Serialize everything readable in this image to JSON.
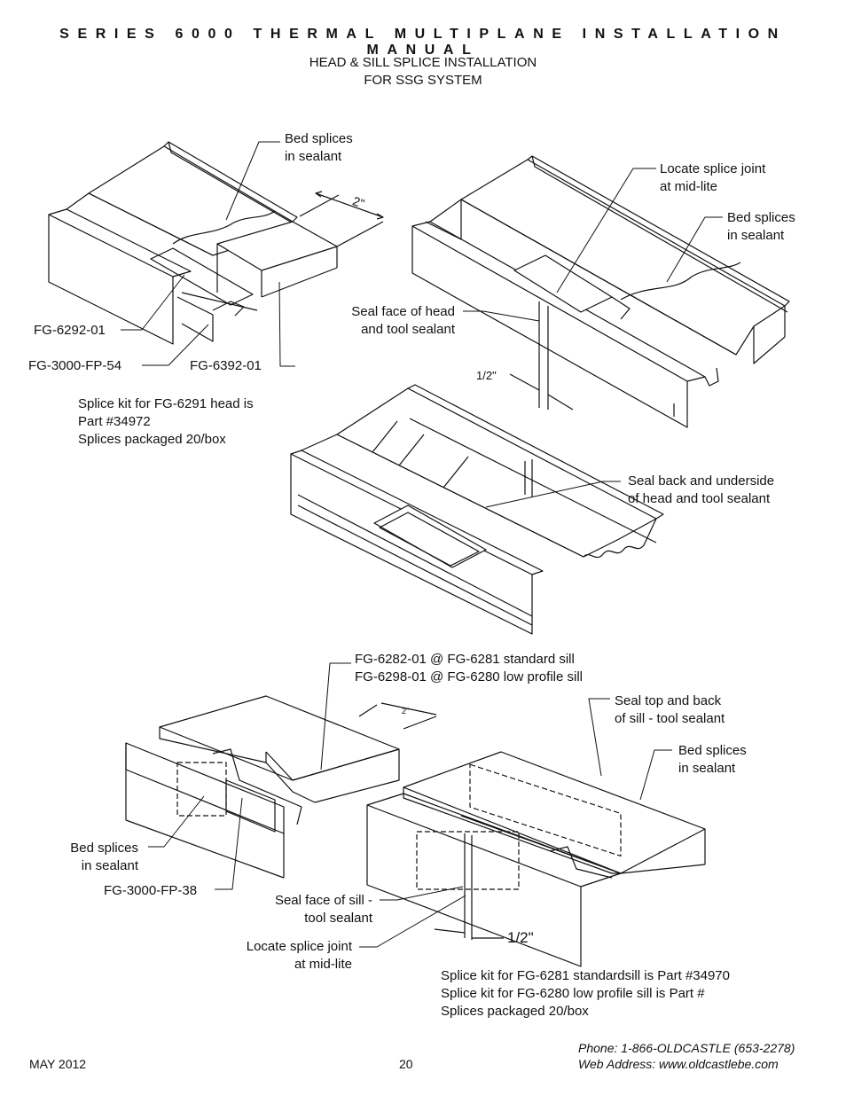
{
  "header": {
    "title": "SERIES 6000 THERMAL MULTIPLANE INSTALLATION MANUAL",
    "subtitle_line1": "HEAD & SILL SPLICE INSTALLATION",
    "subtitle_line2": "FOR SSG SYSTEM"
  },
  "head_detail": {
    "bed_splices_1": [
      "Bed splices",
      "in sealant"
    ],
    "dim_2in": "2\"",
    "part_fg6292": "FG-6292-01",
    "part_fp54": "FG-3000-FP-54",
    "part_fg6392": "FG-6392-01",
    "locate_splice": [
      "Locate splice joint",
      "at mid-lite"
    ],
    "bed_splices_2": [
      "Bed splices",
      "in sealant"
    ],
    "seal_face_head": [
      "Seal face of head",
      "and tool sealant"
    ],
    "dim_half": "1/2\"",
    "kit_note": [
      "Splice kit for FG-6291 head is",
      "Part #34972",
      "Splices packaged 20/box"
    ],
    "seal_back": [
      "Seal back and underside",
      "of head and tool sealant"
    ]
  },
  "sill_detail": {
    "sill_parts": [
      "FG-6282-01 @ FG-6281 standard sill",
      "FG-6298-01 @ FG-6280 low profile sill"
    ],
    "dim_2in": "2\"",
    "seal_top": [
      "Seal top and back",
      "of sill - tool sealant"
    ],
    "bed_splices_right": [
      "Bed splices",
      "in sealant"
    ],
    "bed_splices_left": [
      "Bed splices",
      "in sealant"
    ],
    "part_fp38": "FG-3000-FP-38",
    "seal_face_sill": [
      "Seal face of sill -",
      "tool sealant"
    ],
    "locate_splice": [
      "Locate splice joint",
      "at mid-lite"
    ],
    "dim_half": "1/2\"",
    "kit_note": [
      "Splice kit for FG-6281 standardsill is Part #34970",
      "Splice kit for FG-6280 low profile sill is Part #",
      "Splices packaged 20/box"
    ]
  },
  "footer": {
    "date": "MAY 2012",
    "page_number": "20",
    "phone": "Phone: 1-866-OLDCASTLE (653-2278)",
    "web": "Web Address: www.oldcastlebe.com"
  }
}
